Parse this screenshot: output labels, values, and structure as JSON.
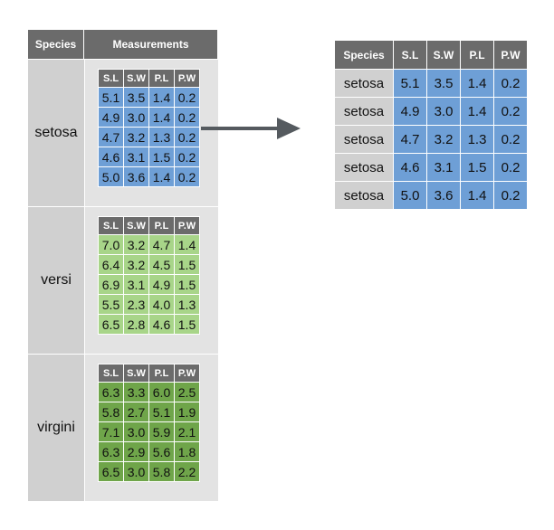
{
  "left_table": {
    "header_species": "Species",
    "header_measurements": "Measurements",
    "inner_columns": [
      "S.L",
      "S.W",
      "P.L",
      "P.W"
    ],
    "groups": [
      {
        "species": "setosa",
        "color": "#6e9fd6",
        "rows": [
          [
            "5.1",
            "3.5",
            "1.4",
            "0.2"
          ],
          [
            "4.9",
            "3.0",
            "1.4",
            "0.2"
          ],
          [
            "4.7",
            "3.2",
            "1.3",
            "0.2"
          ],
          [
            "4.6",
            "3.1",
            "1.5",
            "0.2"
          ],
          [
            "5.0",
            "3.6",
            "1.4",
            "0.2"
          ]
        ]
      },
      {
        "species": "versi",
        "color": "#a8d589",
        "rows": [
          [
            "7.0",
            "3.2",
            "4.7",
            "1.4"
          ],
          [
            "6.4",
            "3.2",
            "4.5",
            "1.5"
          ],
          [
            "6.9",
            "3.1",
            "4.9",
            "1.5"
          ],
          [
            "5.5",
            "2.3",
            "4.0",
            "1.3"
          ],
          [
            "6.5",
            "2.8",
            "4.6",
            "1.5"
          ]
        ]
      },
      {
        "species": "virgini",
        "color": "#6fa54a",
        "rows": [
          [
            "6.3",
            "3.3",
            "6.0",
            "2.5"
          ],
          [
            "5.8",
            "2.7",
            "5.1",
            "1.9"
          ],
          [
            "7.1",
            "3.0",
            "5.9",
            "2.1"
          ],
          [
            "6.3",
            "2.9",
            "5.6",
            "1.8"
          ],
          [
            "6.5",
            "3.0",
            "5.8",
            "2.2"
          ]
        ]
      }
    ]
  },
  "right_table": {
    "columns": [
      "Species",
      "S.L",
      "S.W",
      "P.L",
      "P.W"
    ],
    "rows": [
      [
        "setosa",
        "5.1",
        "3.5",
        "1.4",
        "0.2"
      ],
      [
        "setosa",
        "4.9",
        "3.0",
        "1.4",
        "0.2"
      ],
      [
        "setosa",
        "4.7",
        "3.2",
        "1.3",
        "0.2"
      ],
      [
        "setosa",
        "4.6",
        "3.1",
        "1.5",
        "0.2"
      ],
      [
        "setosa",
        "5.0",
        "3.6",
        "1.4",
        "0.2"
      ]
    ]
  },
  "colors": {
    "header": "#6b6b6b",
    "species_cell": "#d0d0d0",
    "measurement_panel": "#e3e3e3",
    "arrow": "#555a5f"
  },
  "arrow_icon": "right-arrow-icon"
}
